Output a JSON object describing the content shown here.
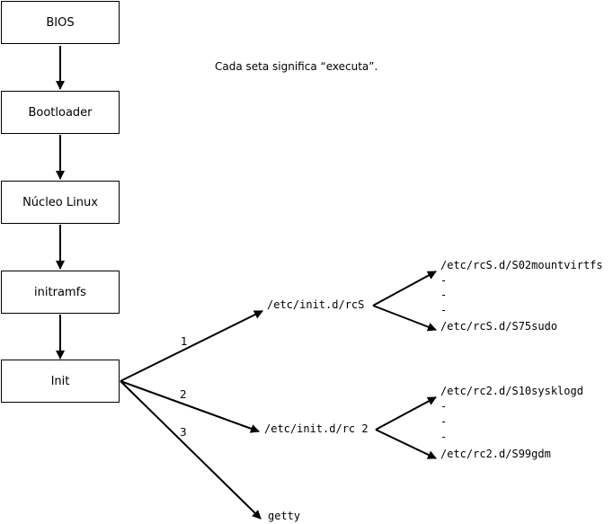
{
  "note": "Cada seta significa “executa”.",
  "boot_chain": {
    "bios": "BIOS",
    "bootloader": "Bootloader",
    "kernel": "Núcleo Linux",
    "initramfs": "initramfs",
    "init": "Init"
  },
  "branches": {
    "one": {
      "number": "1",
      "target": "/etc/init.d/rcS"
    },
    "two": {
      "number": "2",
      "target": "/etc/init.d/rc 2"
    },
    "three": {
      "number": "3",
      "target": "getty"
    }
  },
  "rcS_scripts": {
    "first": "/etc/rcS.d/S02mountvirtfs",
    "dots": [
      "-",
      "-",
      "-"
    ],
    "last": "/etc/rcS.d/S75sudo"
  },
  "rc2_scripts": {
    "first": "/etc/rc2.d/S10sysklogd",
    "dots": [
      "-",
      "-",
      "-"
    ],
    "last": "/etc/rc2.d/S99gdm"
  }
}
